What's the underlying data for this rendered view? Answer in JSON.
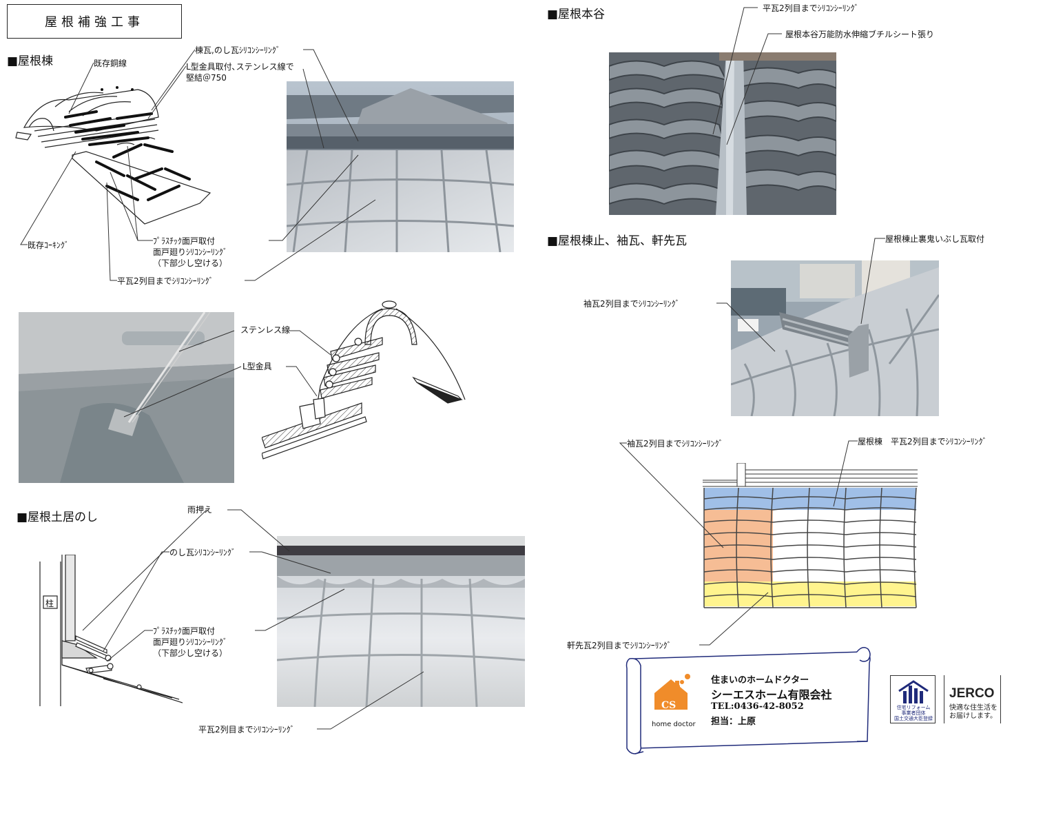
{
  "title": "屋根補強工事",
  "sections": {
    "ridge": {
      "heading": "■屋根棟",
      "notes": {
        "copper_wire": "既存銅線",
        "ridge_silicone": "棟瓦,のし瓦ｼﾘｺﾝｼｰﾘﾝｸﾞ",
        "l_bracket_line1": "L型金具取付､ステンレス線で",
        "l_bracket_line2": "堅結＠750",
        "caulking": "既存ｺｰｷﾝｸﾞ",
        "plastic_line1": "ﾌﾟﾗｽﾁｯｸ面戸取付",
        "plastic_line2": "面戸廻りｼﾘｺﾝｼｰﾘﾝｸﾞ",
        "plastic_line3": "（下部少し空ける）",
        "flat_tile": "平瓦2列目までｼﾘｺﾝｼｰﾘﾝｸﾞ"
      }
    },
    "detail": {
      "stainless": "ステンレス線",
      "l_bracket": "L型金具"
    },
    "base": {
      "heading": "■屋根土居のし",
      "notes": {
        "rain_guard": "雨押え",
        "noshi_silicone": "のし瓦ｼﾘｺﾝｼｰﾘﾝｸﾞ",
        "plastic_line1": "ﾌﾟﾗｽﾁｯｸ面戸取付",
        "plastic_line2": "面戸廻りｼﾘｺﾝｼｰﾘﾝｸﾞ",
        "plastic_line3": "（下部少し空ける）",
        "pillar": "柱",
        "flat_tile": "平瓦2列目までｼﾘｺﾝｼｰﾘﾝｸﾞ"
      }
    },
    "valley": {
      "heading": "■屋根本谷",
      "notes": {
        "flat_tile": "平瓦2列目までｼﾘｺﾝｼｰﾘﾝｸﾞ",
        "butyl": "屋根本谷万能防水伸縮ブチルシート張り"
      }
    },
    "edge": {
      "heading": "■屋根棟止、袖瓦、軒先瓦",
      "notes": {
        "oni": "屋根棟止裏鬼いぶし瓦取付",
        "sleeve_photo": "袖瓦2列目までｼﾘｺﾝｼｰﾘﾝｸﾞ",
        "sleeve_diagram": "袖瓦2列目までｼﾘｺﾝｼｰﾘﾝｸﾞ",
        "ridge_flat": "屋根棟　平瓦2列目までｼﾘｺﾝｼｰﾘﾝｸﾞ",
        "eaves": "軒先瓦2列目までｼﾘｺﾝｼｰﾘﾝｸﾞ"
      }
    }
  },
  "company": {
    "tagline": "住まいのホームドクター",
    "name": "シーエスホーム有限会社",
    "tel": "TEL:0436-42-8052",
    "contact": "担当：上原",
    "logo_letters": "CS",
    "logo_caption": "home doctor"
  },
  "jerco": {
    "name": "JERCO",
    "slogan_line1": "快適な住生活を",
    "slogan_line2": "お届けします。",
    "badge_line1": "住宅リフォーム",
    "badge_line2": "事業者団体",
    "badge_line3": "国土交通大臣登録"
  },
  "colors": {
    "blue_band": "#8fb4e3",
    "orange_band": "#f4b183",
    "yellow_band": "#fff27a",
    "scroll_border": "#1f2a7a",
    "logo_orange": "#f08c2a"
  }
}
